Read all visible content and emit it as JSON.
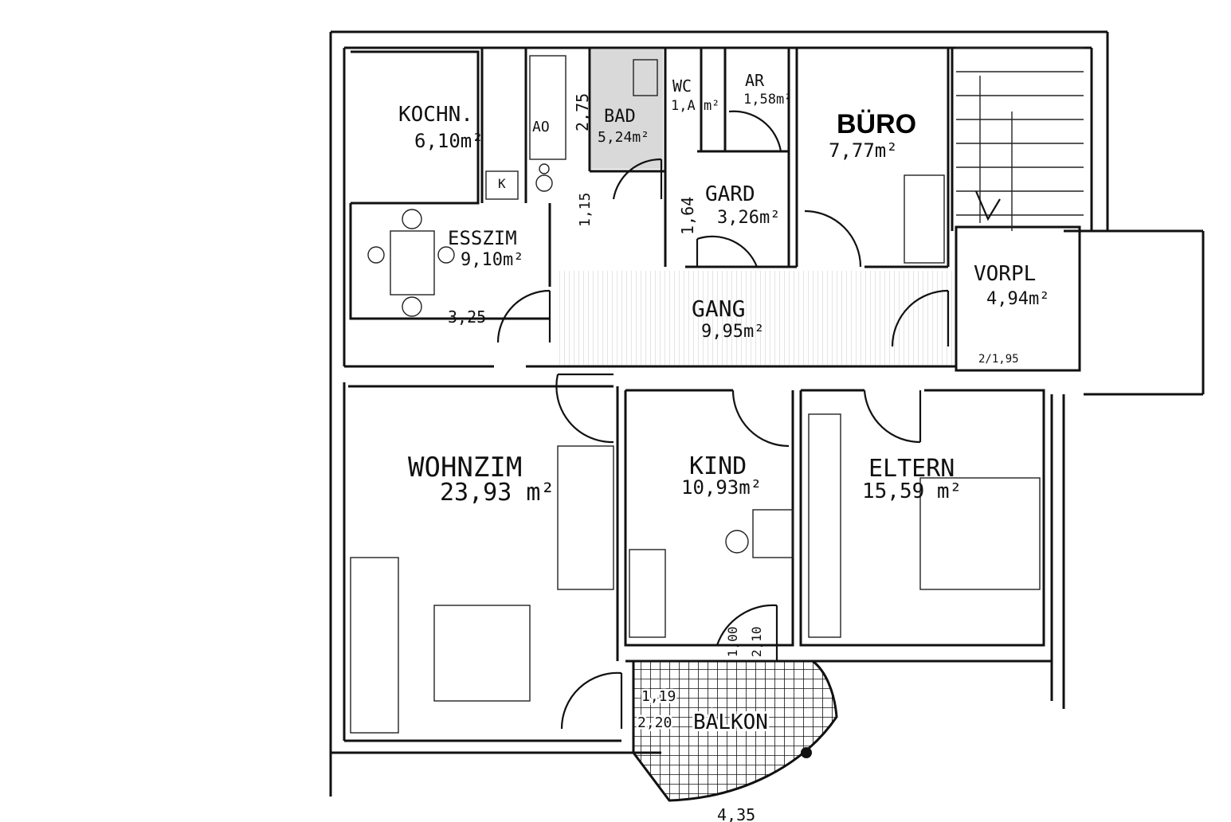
{
  "rooms": {
    "kochn": {
      "name": "KOCHN.",
      "area": "6,10m²"
    },
    "bad": {
      "name": "BAD",
      "area": "5,24m²"
    },
    "wc": {
      "name": "WC",
      "area": "1,A m²"
    },
    "ar": {
      "name": "AR",
      "area": "1,58m²"
    },
    "buero": {
      "name": "BÜRO",
      "area": "7,77m²"
    },
    "gard": {
      "name": "GARD",
      "area": "3,26m²"
    },
    "esszim": {
      "name": "ESSZIM",
      "area": "9,10m²"
    },
    "gang": {
      "name": "GANG",
      "area": "9,95m²"
    },
    "vorpl": {
      "name": "VORPL",
      "area": "4,94m²"
    },
    "wohnzim": {
      "name": "WOHNZIM",
      "area": "23,93 m²"
    },
    "kind": {
      "name": "KIND",
      "area": "10,93m²"
    },
    "eltern": {
      "name": "ELTERN",
      "area": "15,59 m²"
    },
    "balkon": {
      "name": "BALKON"
    }
  },
  "dimensions": {
    "d_325": "3,25",
    "d_275": "2,75",
    "d_164": "1,64",
    "d_115": "1,15",
    "d_ao": "AO",
    "d_k": "K",
    "d_119": "1,19",
    "d_220": "2,20",
    "d_100": "1,00",
    "d_210": "2,10",
    "d_vorpl_small": "2/1,95",
    "d_bottom": "4,35"
  }
}
